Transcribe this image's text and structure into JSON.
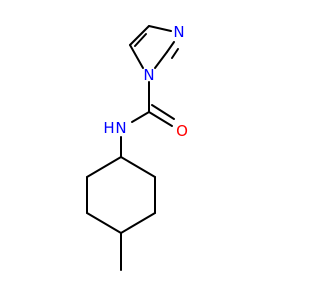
{
  "molecule": {
    "atoms": {
      "imidazole_n3": {
        "symbol": "N",
        "color": "#0000ff"
      },
      "imidazole_n1": {
        "symbol": "N",
        "color": "#0000ff"
      },
      "amide_o": {
        "symbol": "O",
        "color": "#ff0000"
      },
      "amide_nh": {
        "symbol": "N",
        "h_count_label": "H",
        "color": "#0000ff"
      }
    },
    "bond_color": "#000000"
  }
}
